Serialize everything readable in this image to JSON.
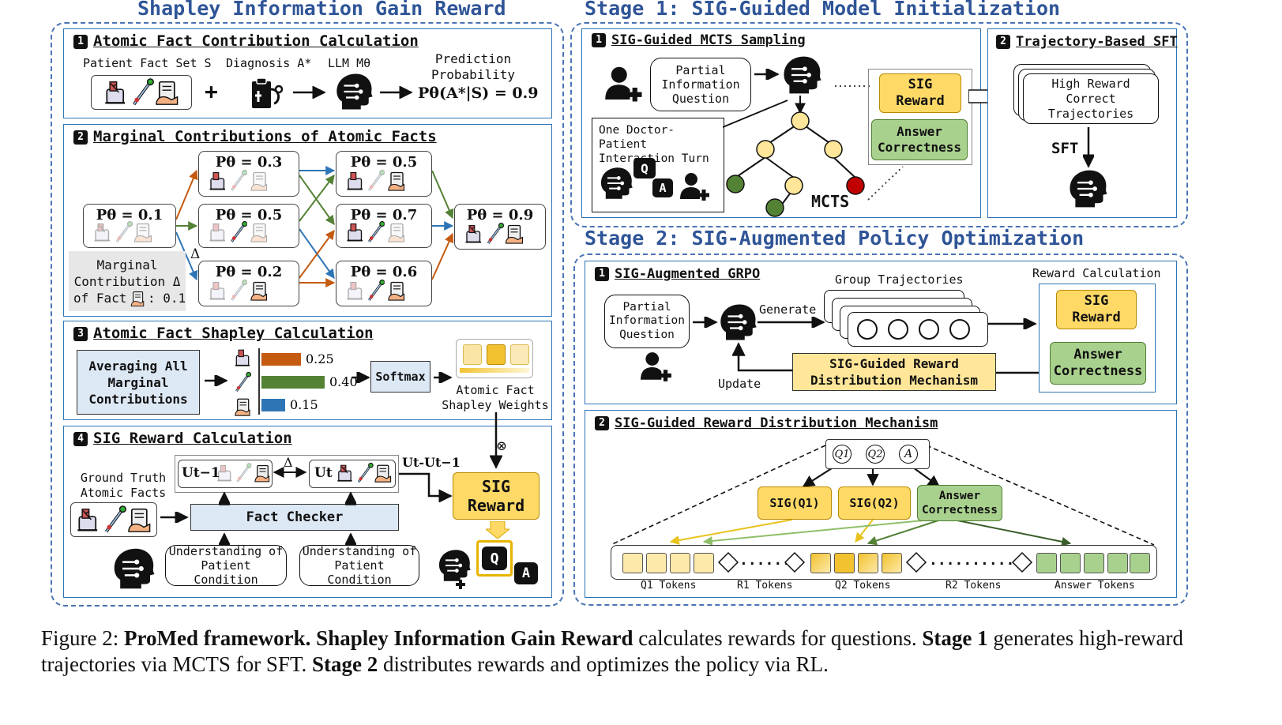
{
  "titles": {
    "sig": "Shapley Information Gain Reward",
    "stage1": "Stage 1: SIG-Guided Model Initialization",
    "stage2": "Stage 2: SIG-Augmented Policy Optimization"
  },
  "left": {
    "p1": {
      "num": "1",
      "title": "Atomic Fact Contribution Calculation",
      "fact_set": "Patient Fact Set S",
      "diagnosis": "Diagnosis A*",
      "llm": "LLM Mθ",
      "plus": "+",
      "pred_title": "Prediction Probability",
      "pred_formula": "Pθ(A*|S) = 0.9"
    },
    "p2": {
      "num": "2",
      "title": "Marginal Contributions of Atomic Facts",
      "probs": [
        "Pθ = 0.1",
        "Pθ = 0.3",
        "Pθ = 0.5",
        "Pθ = 0.2",
        "Pθ = 0.5",
        "Pθ = 0.7",
        "Pθ = 0.6",
        "Pθ = 0.9"
      ],
      "delta": "Δ",
      "marginal_line1": "Marginal",
      "marginal_line2": "Contribution Δ",
      "marginal_line3": "of Fact",
      "marginal_value": ": 0.1"
    },
    "p3": {
      "num": "3",
      "title": "Atomic Fact Shapley Calculation",
      "averaging": "Averaging All Marginal Contributions",
      "bars": [
        {
          "value": 0.25,
          "label": "0.25",
          "color": "#c55a11"
        },
        {
          "value": 0.4,
          "label": "0.40",
          "color": "#548235"
        },
        {
          "value": 0.15,
          "label": "0.15",
          "color": "#2e75b6"
        }
      ],
      "softmax": "Softmax",
      "weights": "Atomic Fact Shapley Weights"
    },
    "p4": {
      "num": "4",
      "title": "SIG Reward Calculation",
      "ground_truth": "Ground Truth Atomic Facts",
      "u_prev": "Ut−1",
      "u_curr": "Ut",
      "delta": "Δ",
      "u_diff": "Ut-Ut−1",
      "fact_checker": "Fact Checker",
      "understanding1": "Understanding of Patient Condition",
      "understanding2": "Understanding of Patient Condition",
      "sig_reward": "SIG Reward",
      "otimes": "⊗",
      "q": "Q",
      "a": "A"
    }
  },
  "stage1": {
    "p1": {
      "num": "1",
      "title": "SIG-Guided MCTS Sampling",
      "partial": "Partial Information Question",
      "turn": "One Doctor-Patient Interaction Turn",
      "sig_reward": "SIG Reward",
      "answer": "Answer Correctness",
      "mcts": "MCTS",
      "q": "Q",
      "a": "A"
    },
    "p2": {
      "num": "2",
      "title": "Trajectory-Based SFT",
      "high_reward": "High Reward Correct Trajectories",
      "sft": "SFT"
    }
  },
  "stage2": {
    "p1": {
      "num": "1",
      "title": "SIG-Augmented GRPO",
      "partial": "Partial Information Question",
      "generate": "Generate",
      "group": "Group Trajectories",
      "update": "Update",
      "mechanism": "SIG-Guided Reward Distribution Mechanism",
      "reward_calc": "Reward Calculation",
      "sig_reward": "SIG Reward",
      "answer": "Answer Correctness"
    },
    "p2": {
      "num": "2",
      "title": "SIG-Guided Reward Distribution Mechanism",
      "q1": "Q1",
      "q2": "Q2",
      "a": "A",
      "sig_q1": "SIG(Q1)",
      "sig_q2": "SIG(Q2)",
      "answer": "Answer Correctness",
      "dots1": "......",
      "dots2": "..........",
      "token_labels": [
        "Q1 Tokens",
        "R1 Tokens",
        "Q2 Tokens",
        "R2 Tokens",
        "Answer Tokens"
      ]
    }
  },
  "caption": {
    "prefix": "Figure 2: ",
    "b1": "ProMed framework.",
    "b2": "Shapley Information Gain Reward",
    "t2": " calculates rewards for questions. ",
    "b3": "Stage 1",
    "t3": " generates high-reward trajectories via MCTS for SFT. ",
    "b4": "Stage 2",
    "t4": " distributes rewards and optimizes the policy via RL."
  },
  "colors": {
    "title_blue": "#2f5597",
    "panel_blue": "#2e75b6",
    "yellow": "#ffd966",
    "green": "#a9d18e",
    "red": "#c00000",
    "orange": "#c55a11"
  }
}
